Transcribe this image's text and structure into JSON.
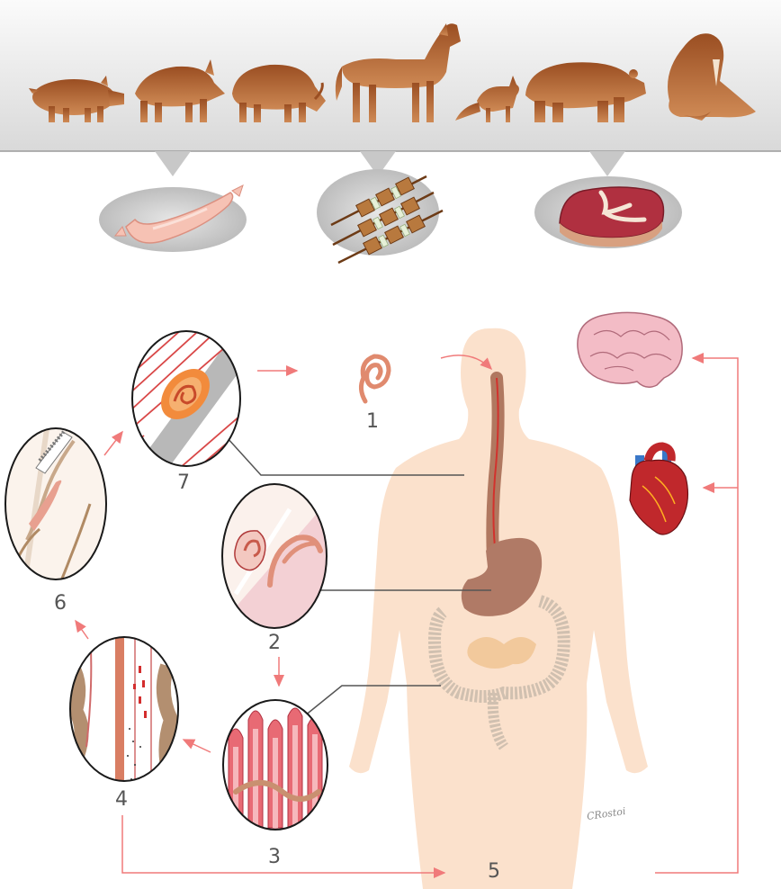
{
  "colors": {
    "animal": "#b4652f",
    "arrow": "#f07a7a",
    "body": "#fbe1cc",
    "worm": "#d98a72",
    "banner_top": "#f7f7f7",
    "banner_bottom": "#dcdcdc"
  },
  "animals": [
    {
      "name": "pig-icon"
    },
    {
      "name": "wild-boar-icon"
    },
    {
      "name": "warthog-icon"
    },
    {
      "name": "horse-icon"
    },
    {
      "name": "fox-icon"
    },
    {
      "name": "bear-icon"
    },
    {
      "name": "walrus-icon"
    }
  ],
  "foods": [
    {
      "name": "sausage-icon"
    },
    {
      "name": "skewers-icon"
    },
    {
      "name": "steak-icon"
    }
  ],
  "cycle": {
    "steps": [
      {
        "label": "1"
      },
      {
        "label": "2"
      },
      {
        "label": "3"
      },
      {
        "label": "4"
      },
      {
        "label": "5"
      },
      {
        "label": "6"
      },
      {
        "label": "7"
      }
    ],
    "targets": [
      {
        "name": "brain-icon"
      },
      {
        "name": "heart-icon"
      }
    ]
  },
  "signature": "CRostoi"
}
